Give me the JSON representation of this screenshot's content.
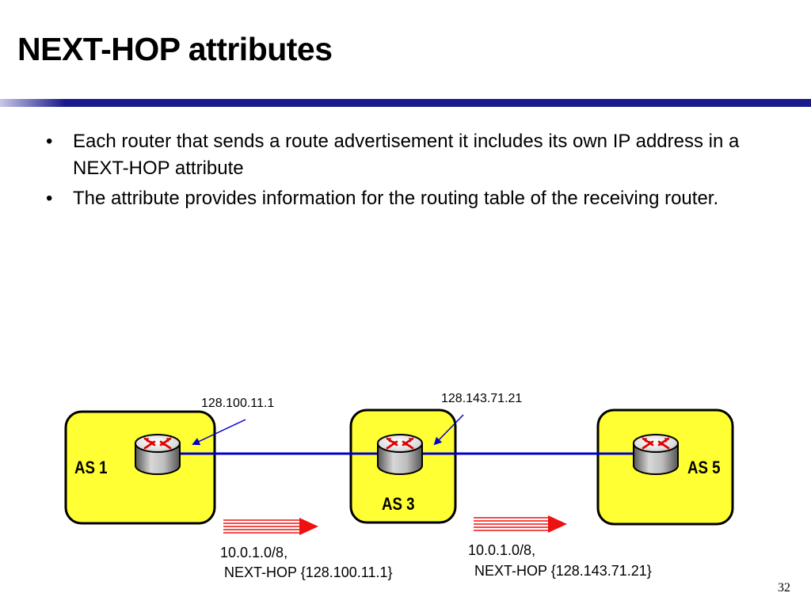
{
  "slide": {
    "title": "NEXT-HOP attributes",
    "bullets": [
      "Each router that sends a route advertisement it includes its own IP address in a NEXT-HOP attribute",
      "The attribute provides information for the routing table of the receiving router."
    ],
    "page_number": "32",
    "accent_color": "#1a1a8c"
  },
  "diagram": {
    "as_boxes": [
      {
        "label": "AS 1"
      },
      {
        "label": "AS 3"
      },
      {
        "label": "AS 5"
      }
    ],
    "ip_labels": [
      "128.100.11.1",
      "128.143.71.21"
    ],
    "advertisements": [
      {
        "line1": "10.0.1.0/8,",
        "line2": "NEXT-HOP {128.100.11.1}"
      },
      {
        "line1": "10.0.1.0/8,",
        "line2": "NEXT-HOP {128.143.71.21}"
      }
    ],
    "colors": {
      "as_fill": "#ffff33",
      "link": "#0000cc",
      "arrow": "#ee1111",
      "router_arrows": "#dd0000"
    },
    "icons": [
      "router-icon",
      "right-arrow-icon"
    ]
  }
}
